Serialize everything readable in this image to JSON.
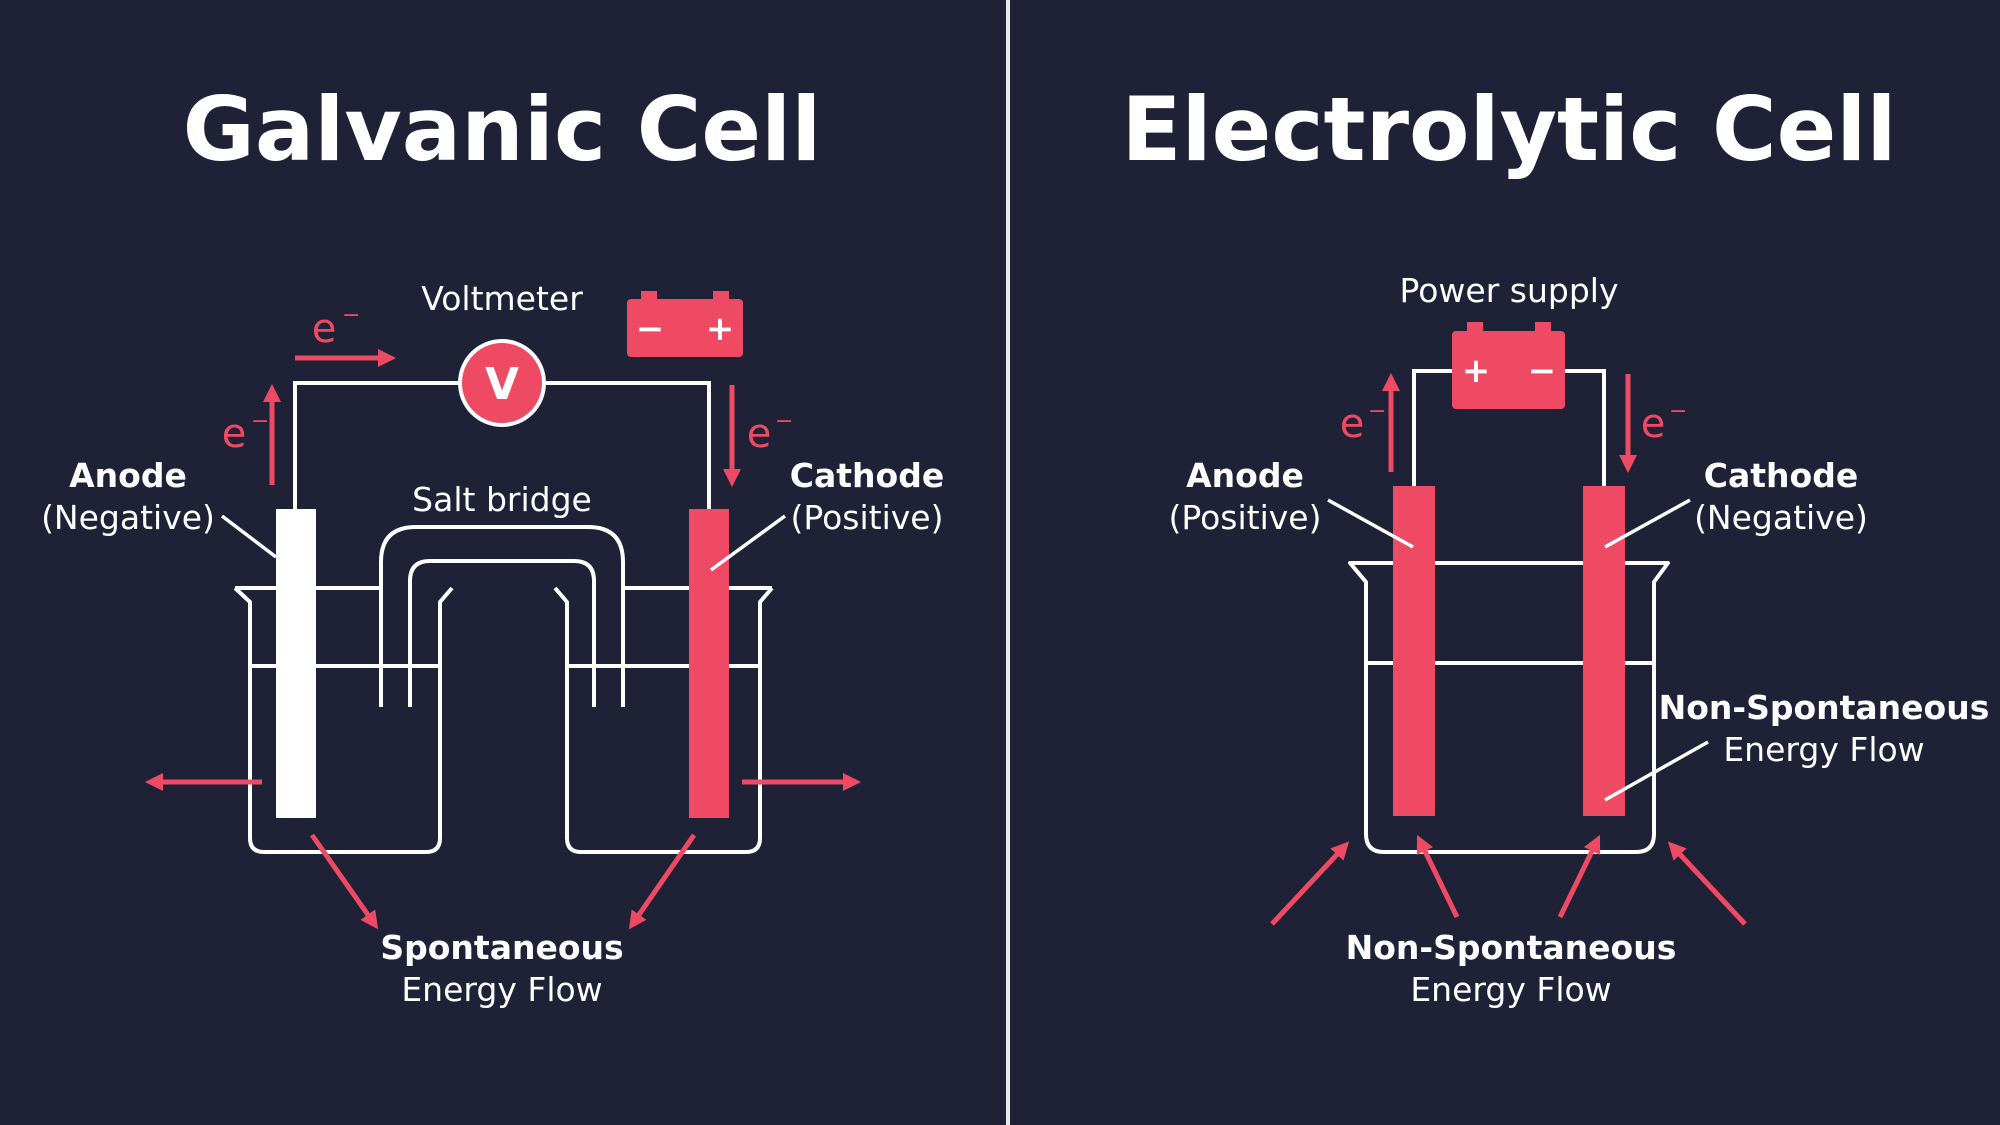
{
  "colors": {
    "background": "#1f2236",
    "divider": "#e8e8ee",
    "accent": "#ef4a63",
    "line": "#ffffff"
  },
  "galvanic": {
    "title": "Galvanic Cell",
    "meter_label": "Voltmeter",
    "meter_symbol": "V",
    "battery_signs": {
      "left": "−",
      "right": "+"
    },
    "salt_bridge_label": "Salt bridge",
    "anode": {
      "name": "Anode",
      "charge": "(Negative)"
    },
    "cathode": {
      "name": "Cathode",
      "charge": "(Positive)"
    },
    "electron_symbol": "e",
    "electron_charge": "−",
    "energy": {
      "line1": "Spontaneous",
      "line2": "Energy Flow"
    }
  },
  "electrolytic": {
    "title": "Electrolytic Cell",
    "supply_label": "Power supply",
    "battery_signs": {
      "left": "+",
      "right": "−"
    },
    "anode": {
      "name": "Anode",
      "charge": "(Positive)"
    },
    "cathode": {
      "name": "Cathode",
      "charge": "(Negative)"
    },
    "electron_symbol": "e",
    "electron_charge": "−",
    "side_energy": {
      "line1": "Non-Spontaneous",
      "line2": "Energy Flow"
    },
    "energy": {
      "line1": "Non-Spontaneous",
      "line2": "Energy Flow"
    }
  }
}
